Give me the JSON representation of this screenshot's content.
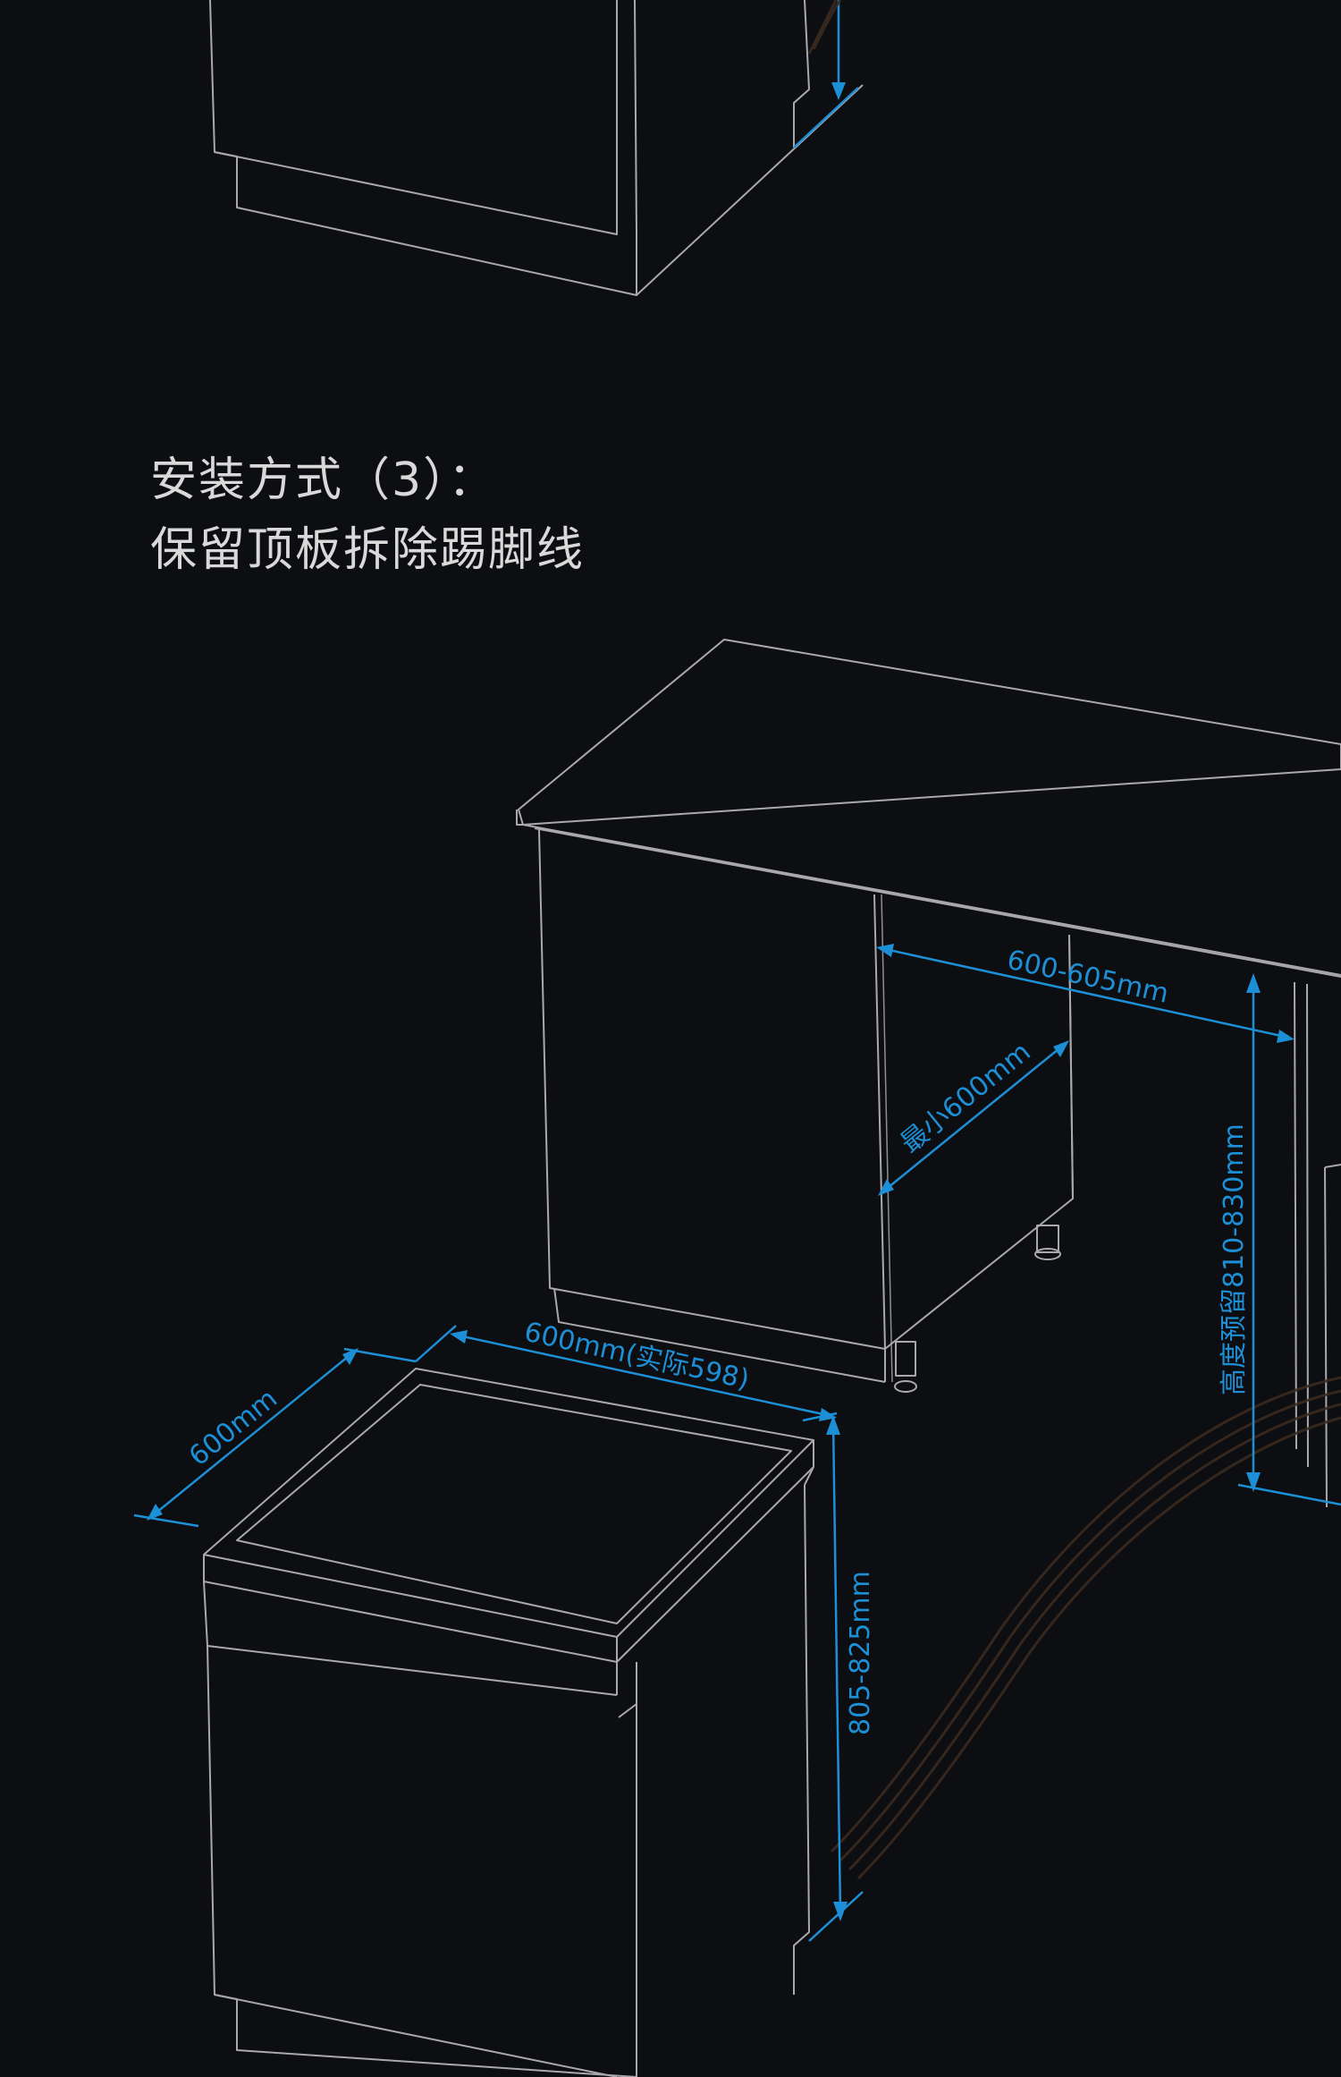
{
  "heading": {
    "line1": "安装方式（3）：",
    "line2": "保留顶板拆除踢脚线"
  },
  "dimensions": {
    "opening_width": "600-605mm",
    "opening_depth": "最小600mm",
    "opening_height": "高度预留810-830mm",
    "machine_width": "600mm(实际598)",
    "machine_depth": "600mm",
    "machine_height": "805-825mm"
  },
  "colors": {
    "background": "#0d0e11",
    "dimension_line": "#1d8fd6",
    "outline": "#a9a9ad",
    "text": "#d9d9d9"
  }
}
